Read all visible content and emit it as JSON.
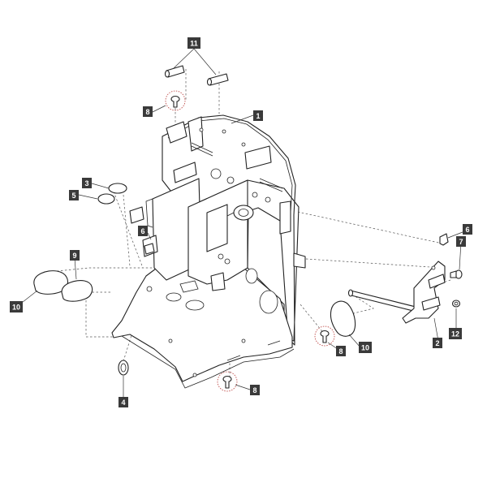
{
  "diagram": {
    "callouts": [
      {
        "id": "c11",
        "label": "11"
      },
      {
        "id": "c1",
        "label": "1"
      },
      {
        "id": "c8a",
        "label": "8"
      },
      {
        "id": "c3",
        "label": "3"
      },
      {
        "id": "c5",
        "label": "5"
      },
      {
        "id": "c6a",
        "label": "6"
      },
      {
        "id": "c9",
        "label": "9"
      },
      {
        "id": "c10a",
        "label": "10"
      },
      {
        "id": "c4",
        "label": "4"
      },
      {
        "id": "c8b",
        "label": "8"
      },
      {
        "id": "c8c",
        "label": "8"
      },
      {
        "id": "c10b",
        "label": "10"
      },
      {
        "id": "c6b",
        "label": "6"
      },
      {
        "id": "c7",
        "label": "7"
      },
      {
        "id": "c2",
        "label": "2"
      },
      {
        "id": "c12",
        "label": "12"
      }
    ]
  }
}
